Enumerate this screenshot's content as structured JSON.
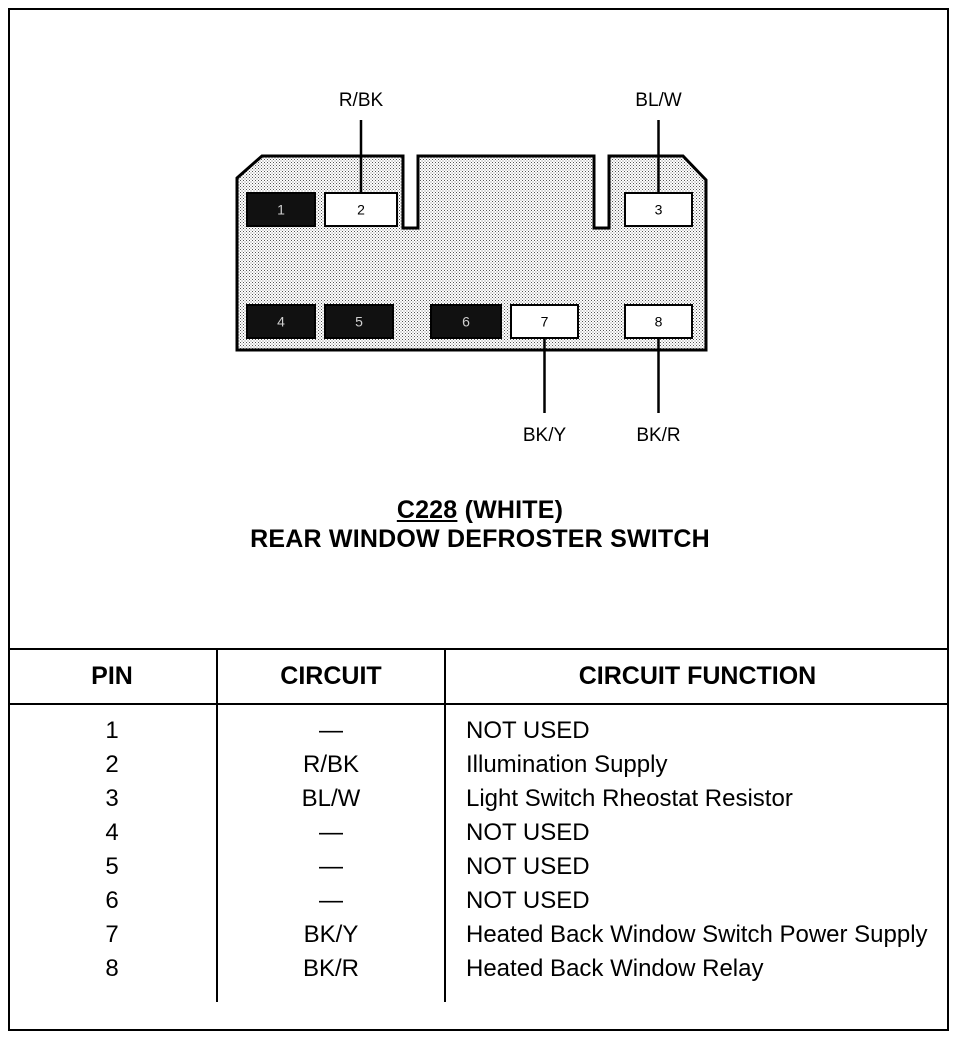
{
  "diagram": {
    "connector_id": "C228",
    "connector_color": "(WHITE)",
    "connector_name": "REAR WINDOW DEFROSTER SWITCH",
    "pins": [
      {
        "number": "1",
        "used": false
      },
      {
        "number": "2",
        "used": true,
        "wire": "R/BK"
      },
      {
        "number": "3",
        "used": true,
        "wire": "BL/W"
      },
      {
        "number": "4",
        "used": false
      },
      {
        "number": "5",
        "used": false
      },
      {
        "number": "6",
        "used": false
      },
      {
        "number": "7",
        "used": true,
        "wire": "BK/Y"
      },
      {
        "number": "8",
        "used": true,
        "wire": "BK/R"
      }
    ]
  },
  "table": {
    "headers": {
      "pin": "PIN",
      "circuit": "CIRCUIT",
      "function": "CIRCUIT FUNCTION"
    },
    "rows": [
      {
        "pin": "1",
        "circuit": "—",
        "function": "NOT USED"
      },
      {
        "pin": "2",
        "circuit": "R/BK",
        "function": "Illumination Supply"
      },
      {
        "pin": "3",
        "circuit": "BL/W",
        "function": "Light Switch Rheostat Resistor"
      },
      {
        "pin": "4",
        "circuit": "—",
        "function": "NOT USED"
      },
      {
        "pin": "5",
        "circuit": "—",
        "function": "NOT USED"
      },
      {
        "pin": "6",
        "circuit": "—",
        "function": "NOT USED"
      },
      {
        "pin": "7",
        "circuit": "BK/Y",
        "function": "Heated Back Window Switch Power Supply"
      },
      {
        "pin": "8",
        "circuit": "BK/R",
        "function": "Heated Back Window Relay"
      }
    ]
  },
  "colors": {
    "ink": "#000000",
    "connector_fill": "#d6d6d6",
    "unused_pin": "#111111",
    "used_pin": "#ffffff"
  }
}
